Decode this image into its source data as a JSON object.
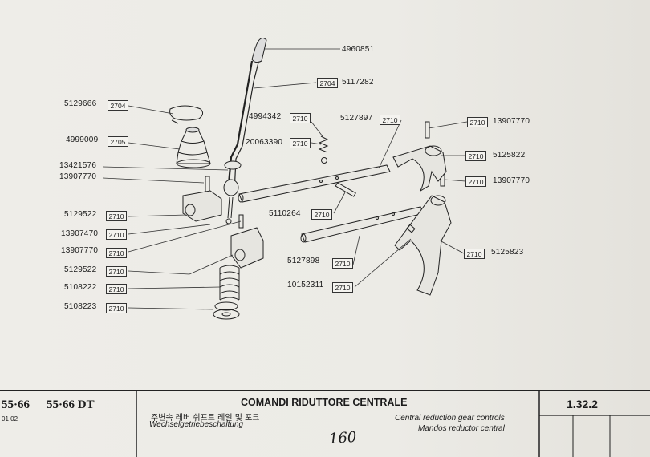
{
  "header": {
    "models": [
      "55·66",
      "55·66 DT"
    ],
    "model_sub": "01 02",
    "title": "COMANDI RIDUTTORE CENTRALE",
    "title_korean": "주변속 레버 쉬프트 레일 및 포크",
    "title_german": "Wechselgetriebeschaltung",
    "title_english": "Central reduction gear controls",
    "title_spanish": "Mandos reductor central",
    "page_number": "1.32.2",
    "handwritten_page": "160"
  },
  "parts": [
    {
      "code": "4960851",
      "box": ""
    },
    {
      "code": "5117282",
      "box": "2704"
    },
    {
      "code": "5129666",
      "box": "2704"
    },
    {
      "code": "4999009",
      "box": "2705"
    },
    {
      "code": "13421576",
      "box": ""
    },
    {
      "code": "13907770",
      "box": ""
    },
    {
      "code": "5129522",
      "box": "2710"
    },
    {
      "code": "13907470",
      "box": "2710"
    },
    {
      "code": "13907770",
      "box": "2710"
    },
    {
      "code": "5129522",
      "box": "2710"
    },
    {
      "code": "5108222",
      "box": "2710"
    },
    {
      "code": "5108223",
      "box": "2710"
    },
    {
      "code": "4994342",
      "box": "2710"
    },
    {
      "code": "20063390",
      "box": "2710"
    },
    {
      "code": "5127897",
      "box": "2710"
    },
    {
      "code": "5110264",
      "box": "2710"
    },
    {
      "code": "5127898",
      "box": "2710"
    },
    {
      "code": "10152311",
      "box": "2710"
    },
    {
      "code": "13907770",
      "box": "2710"
    },
    {
      "code": "5125822",
      "box": "2710"
    },
    {
      "code": "13907770",
      "box": "2710"
    },
    {
      "code": "5125823",
      "box": "2710"
    }
  ]
}
